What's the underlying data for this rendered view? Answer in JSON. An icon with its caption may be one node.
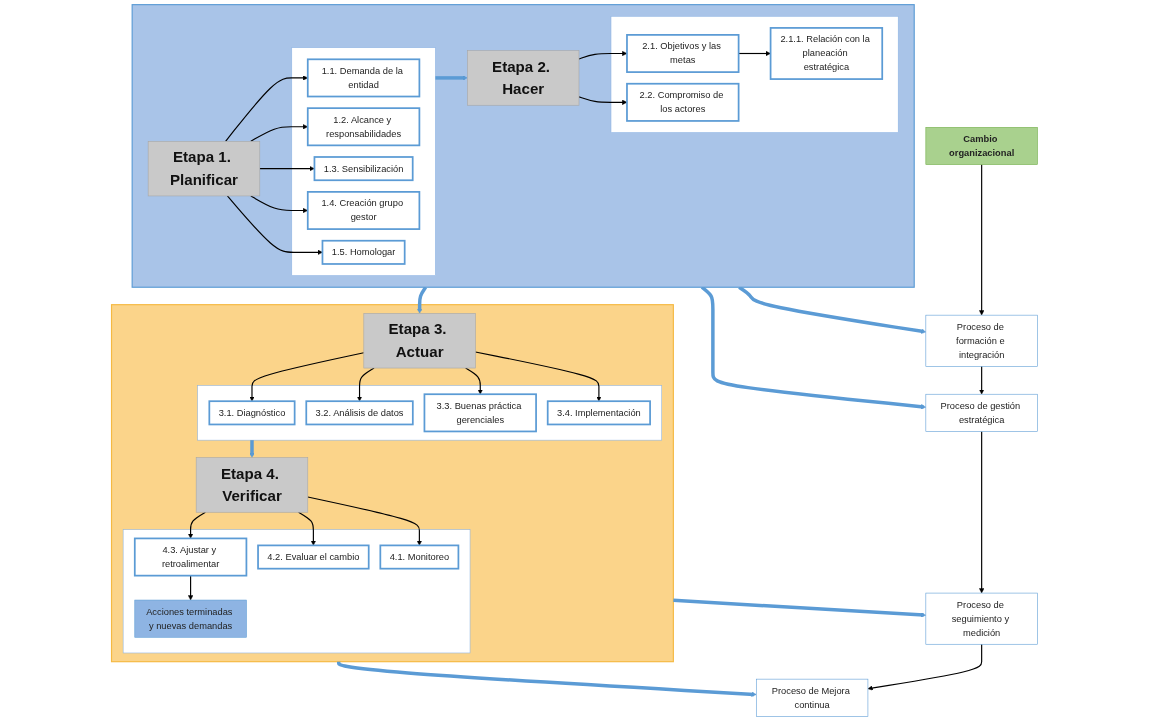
{
  "diagram": {
    "nodes": [
      {
        "text": [],
        "shape": "box"
      },
      {
        "text": [
          "Etapa 1. Planificar"
        ],
        "in": 0
      },
      {
        "text": [],
        "shape": "box",
        "in": 0
      },
      {
        "text": [
          "1.1. Demanda de la entidad"
        ],
        "in": 2
      },
      {
        "text": [
          "1.2. Alcance y responsabilidades"
        ],
        "in": 2
      },
      {
        "text": [
          "1.3. Sensibilización"
        ],
        "in": 2
      },
      {
        "text": [
          "1.4. Creación grupo gestor"
        ],
        "in": 2
      },
      {
        "text": [
          "1.5. Homologar"
        ],
        "in": 2
      },
      {
        "text": [
          "Etapa 2. Hacer"
        ],
        "in": 0
      },
      {
        "text": [],
        "shape": "box",
        "in": 0
      },
      {
        "text": [
          "2.1. Objetivos y las metas"
        ],
        "in": 9
      },
      {
        "text": [
          "2.1.1. Relación con la planeación estratégica"
        ],
        "in": 9
      },
      {
        "text": [
          "2.2. Compromiso de los actores"
        ],
        "in": 9
      },
      {
        "text": [],
        "shape": "box"
      },
      {
        "text": [
          "Etapa 3. Actuar"
        ],
        "in": 13
      },
      {
        "text": [],
        "shape": "box",
        "in": 13
      },
      {
        "text": [
          "3.1. Diagnóstico"
        ],
        "in": 15
      },
      {
        "text": [
          "3.2. Análisis de datos"
        ],
        "in": 15
      },
      {
        "text": [
          "3.3. Buenas práctica gerenciales"
        ],
        "in": 15
      },
      {
        "text": [
          "3.4. Implementación"
        ],
        "in": 15
      },
      {
        "text": [
          "Etapa 4. Verificar"
        ],
        "in": 13
      },
      {
        "text": [],
        "shape": "box",
        "in": 13
      },
      {
        "text": [
          "4.1. Monitoreo"
        ],
        "in": 21
      },
      {
        "text": [
          "4.2. Evaluar el cambio"
        ],
        "in": 21
      },
      {
        "text": [
          "4.3. Ajustar y retroalimentar"
        ],
        "in": 21
      },
      {
        "text": [
          "Acciones terminadas y nuevas demandas"
        ],
        "in": 21
      },
      {
        "text": [
          "Cambio organizacional"
        ]
      },
      {
        "text": [
          "Proceso de formación e integración"
        ]
      },
      {
        "text": [
          "Proceso de gestión estratégica"
        ]
      },
      {
        "text": [
          "Proceso de seguimiento y medición"
        ]
      },
      {
        "text": [
          "Proceso de Mejora continua"
        ]
      }
    ],
    "edges": [
      {
        "from": 1,
        "to": 3,
        "arrow": "to"
      },
      {
        "from": 1,
        "to": 4,
        "arrow": "to"
      },
      {
        "from": 1,
        "to": 5,
        "arrow": "to"
      },
      {
        "from": 1,
        "to": 6,
        "arrow": "to"
      },
      {
        "from": 1,
        "to": 7,
        "arrow": "to"
      },
      {
        "from": 2,
        "to": 8,
        "arrow": "to",
        "style": "thick",
        "color": "#5b9bd5"
      },
      {
        "from": 8,
        "to": 10,
        "arrow": "to"
      },
      {
        "from": 8,
        "to": 12,
        "arrow": "to"
      },
      {
        "from": 10,
        "to": 11,
        "arrow": "to"
      },
      {
        "from": 0,
        "to": 14,
        "arrow": "to",
        "style": "thick",
        "color": "#5b9bd5"
      },
      {
        "from": 14,
        "to": 16,
        "arrow": "to"
      },
      {
        "from": 14,
        "to": 17,
        "arrow": "to"
      },
      {
        "from": 14,
        "to": 18,
        "arrow": "to"
      },
      {
        "from": 14,
        "to": 19,
        "arrow": "to"
      },
      {
        "from": 15,
        "to": 20,
        "arrow": "to",
        "style": "thick",
        "color": "#5b9bd5"
      },
      {
        "from": 20,
        "to": 22,
        "arrow": "to"
      },
      {
        "from": 20,
        "to": 23,
        "arrow": "to"
      },
      {
        "from": 20,
        "to": 24,
        "arrow": "to"
      },
      {
        "from": 24,
        "to": 25,
        "arrow": "to"
      },
      {
        "from": 26,
        "to": 27,
        "arrow": "to"
      },
      {
        "from": 27,
        "to": 28,
        "arrow": "to"
      },
      {
        "from": 28,
        "to": 29,
        "arrow": "to"
      },
      {
        "from": 29,
        "to": 30,
        "arrow": "to"
      },
      {
        "from": 0,
        "to": 27,
        "arrow": "to",
        "style": "thick",
        "color": "#5b9bd5"
      },
      {
        "from": 0,
        "to": 28,
        "arrow": "to",
        "style": "thick",
        "color": "#5b9bd5"
      },
      {
        "from": 13,
        "to": 29,
        "arrow": "to",
        "style": "thick",
        "color": "#5b9bd5"
      },
      {
        "from": 13,
        "to": 30,
        "arrow": "to",
        "style": "thick",
        "color": "#5b9bd5"
      }
    ]
  }
}
